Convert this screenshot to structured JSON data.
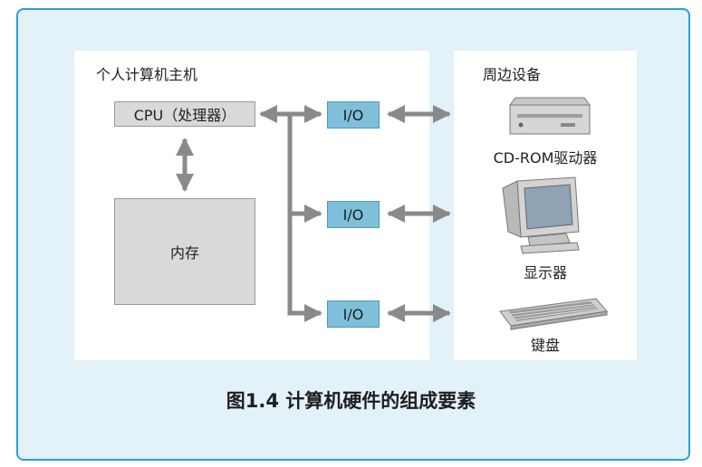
{
  "host": {
    "title": "个人计算机主机",
    "cpu": "CPU（处理器）",
    "memory": "内存"
  },
  "io": {
    "label_top": "I/O",
    "label_mid": "I/O",
    "label_bottom": "I/O"
  },
  "peripherals": {
    "title": "周边设备",
    "cdrom": "CD-ROM驱动器",
    "monitor": "显示器",
    "keyboard": "键盘"
  },
  "caption": "图1.4 计算机硬件的组成要素",
  "colors": {
    "frame_border": "#2a9ed8",
    "frame_bg": "#e3f1f9",
    "io_fill": "#7fbfd9",
    "arrow": "#8a8a8a"
  },
  "icons": [
    "cdrom-drive-icon",
    "monitor-icon",
    "keyboard-icon"
  ]
}
